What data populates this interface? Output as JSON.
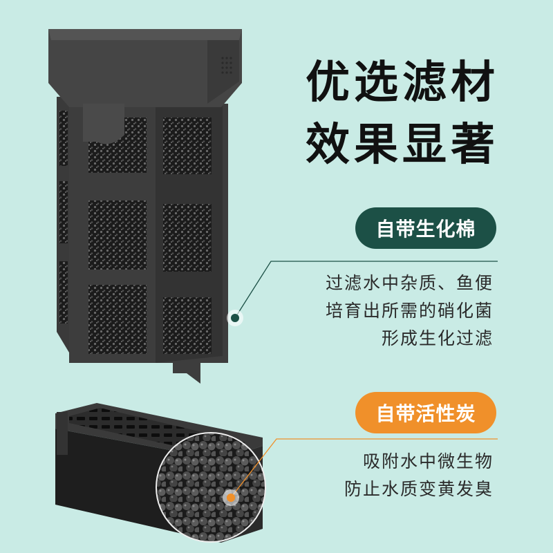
{
  "headline": {
    "line1": "优选滤材",
    "line2": "效果显著"
  },
  "features": [
    {
      "label": "自带生化棉",
      "color": "#1c5046",
      "lines": [
        "过滤水中杂质、鱼便",
        "培育出所需的硝化菌",
        "形成生化过滤"
      ]
    },
    {
      "label": "自带活性炭",
      "color": "#f0902a",
      "lines": [
        "吸附水中微生物",
        "防止水质变黄发臭"
      ]
    }
  ]
}
